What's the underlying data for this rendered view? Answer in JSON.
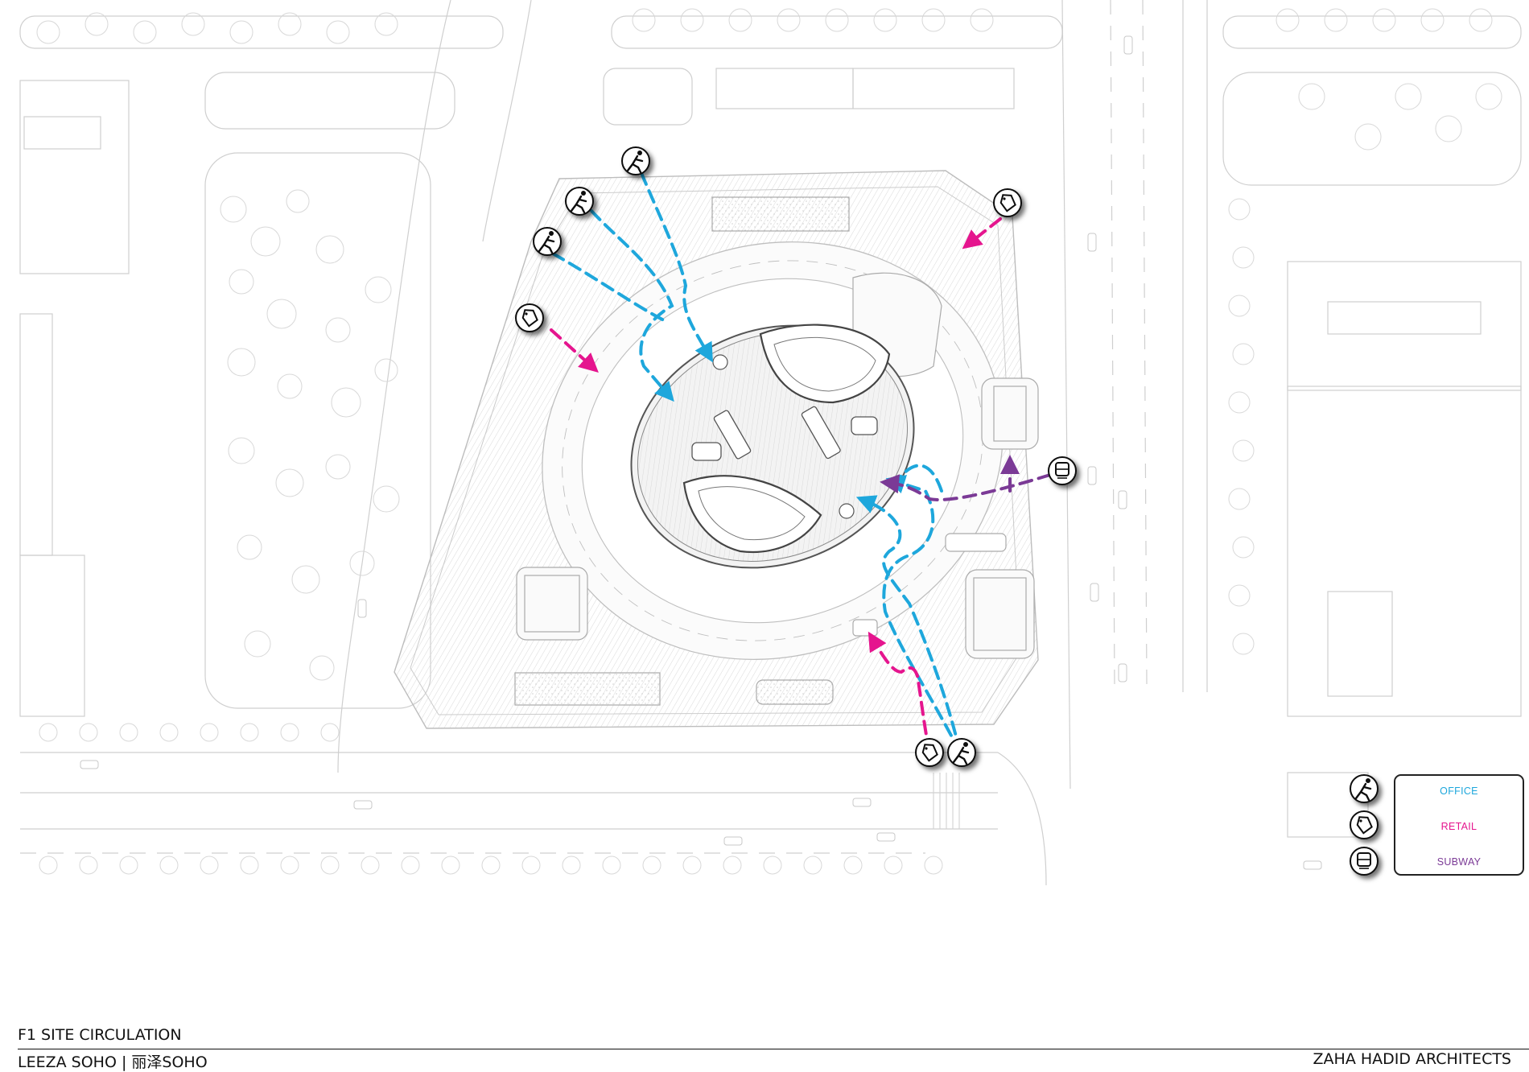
{
  "legend": {
    "office": "OFFICE",
    "retail": "RETAIL",
    "subway": "SUBWAY"
  },
  "footer": {
    "sheet_title": "F1 SITE CIRCULATION",
    "project_name": "LEEZA SOHO | 丽泽SOHO",
    "firm": "ZAHA HADID ARCHITECTS"
  },
  "colors": {
    "office": "#1ea7dc",
    "retail": "#e5158e",
    "subway": "#7b3a96",
    "linework": "#c8c8c8"
  },
  "icons": {
    "office": "running-person-icon",
    "retail": "price-tag-icon",
    "subway": "train-icon"
  }
}
